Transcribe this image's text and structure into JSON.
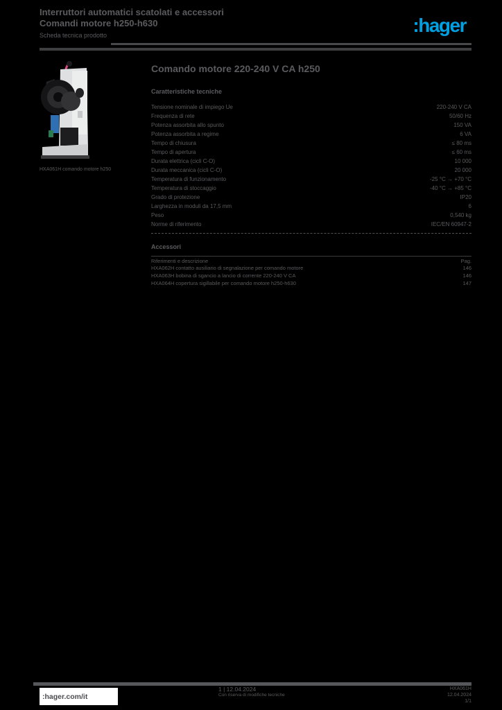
{
  "colors": {
    "background": "#000000",
    "text_gray": "#5a5b5d",
    "rule_gray": "#3e3f41",
    "hager_blue": "#00a0e1",
    "site_box_bg": "#ffffff"
  },
  "header": {
    "title_line1": "Interruttori automatici scatolati e accessori",
    "title_line2": "Comandi motore h250-h630",
    "subtitle": "Scheda tecnica prodotto",
    "logo_text": ":hager"
  },
  "product": {
    "photo_alt": "comando motore - vista laterale",
    "caption": "HXA061H comando motore h250",
    "title": "Comando motore 220-240 V CA h250"
  },
  "tech_section": {
    "title": "Caratteristiche tecniche",
    "rows": [
      {
        "label": "Tensione nominale di impiego Ue",
        "value": "220-240 V CA"
      },
      {
        "label": "Frequenza di rete",
        "value": "50/60 Hz"
      },
      {
        "label": "Potenza assorbita allo spunto",
        "value": "150 VA"
      },
      {
        "label": "Potenza assorbita a regime",
        "value": "6 VA"
      },
      {
        "label": "Tempo di chiusura",
        "value": "≤ 80 ms"
      },
      {
        "label": "Tempo di apertura",
        "value": "≤ 60 ms"
      },
      {
        "label": "Durata elettrica (cicli C-O)",
        "value": "10 000"
      },
      {
        "label": "Durata meccanica (cicli C-O)",
        "value": "20 000"
      },
      {
        "label": "Temperatura di funzionamento",
        "value": "-25 °C → +70 °C"
      },
      {
        "label": "Temperatura di stoccaggio",
        "value": "-40 °C → +85 °C"
      },
      {
        "label": "Grado di protezione",
        "value": "IP20"
      },
      {
        "label": "Larghezza in moduli da 17,5 mm",
        "value": "6"
      },
      {
        "label": "Peso",
        "value": "0,540 kg"
      },
      {
        "label": "Norme di riferimento",
        "value": "IEC/EN 60947-2"
      }
    ]
  },
  "accessories_section": {
    "title": "Accessori",
    "col_left": "Riferimenti e descrizione",
    "col_right": "Pag.",
    "rows": [
      {
        "label": "HXA062H contatto ausiliario di segnalazione per comando motore",
        "page": "146"
      },
      {
        "label": "HXA063H bobina di sgancio a lancio di corrente 220-240 V CA",
        "page": "146"
      },
      {
        "label": "HXA064H copertura sigillabile per comando motore h250-h630",
        "page": "147"
      }
    ]
  },
  "footer": {
    "website": ":hager.com/it",
    "center_line1": "1 | 12.04.2024",
    "center_line2": "Con riserva di modifiche tecniche",
    "right_ref": "HXA061H",
    "right_date": "12.04.2024",
    "right_page": "1/1"
  }
}
